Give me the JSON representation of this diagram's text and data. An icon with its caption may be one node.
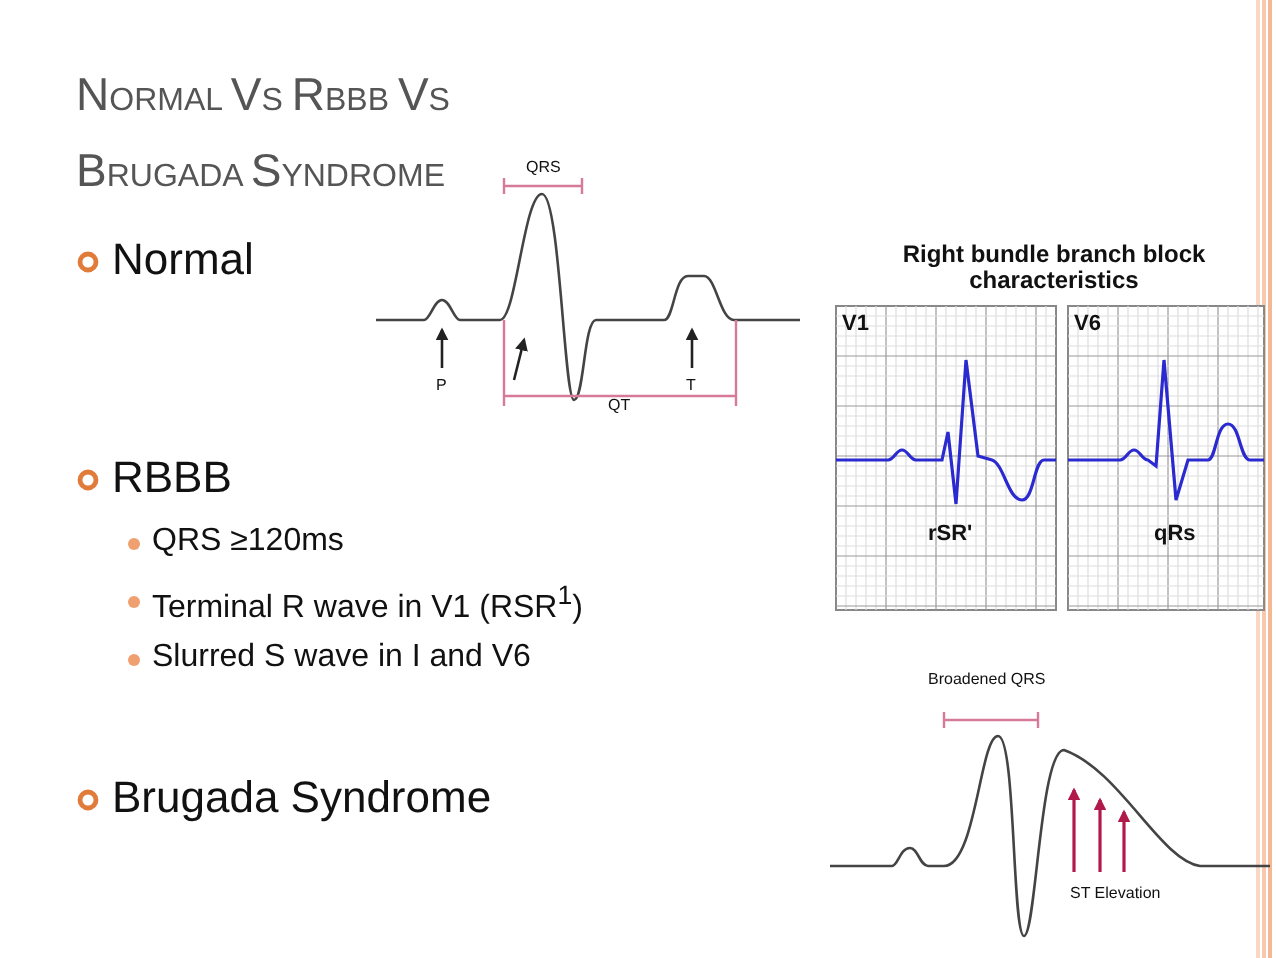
{
  "diagram": {
    "title": "NORMAL VS RBBB VS BRUGADA SYNDROME",
    "labels": [
      "QRS",
      "Normal",
      "P",
      "T",
      "QT",
      "Right bundle branch block characteristics",
      "V1",
      "V6",
      "RBBB",
      "QRS ≥120ms",
      "rSR'",
      "qRs",
      "Terminal R wave in V1 (RSR$^{1}$)",
      "Slurred S wave in I and V6",
      "Broadened QRS",
      "Brugada Syndrome",
      "ST Elevation"
    ]
  }
}
